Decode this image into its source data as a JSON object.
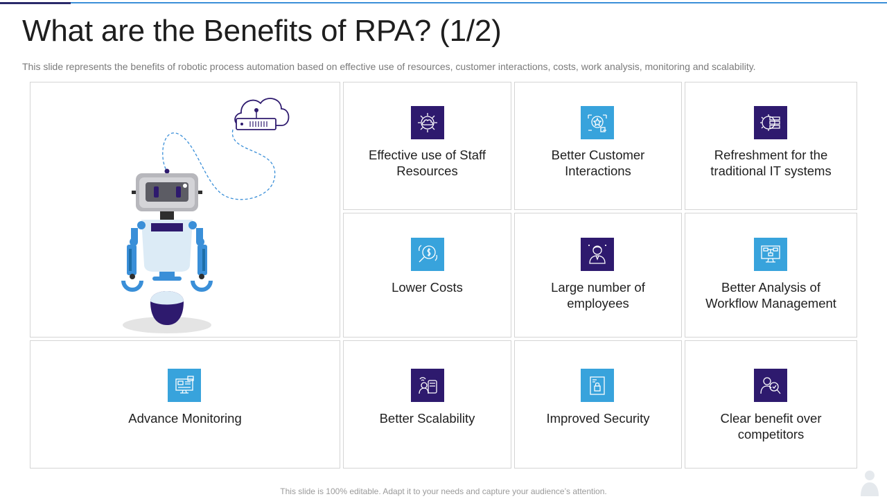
{
  "title": "What are the Benefits of RPA? (1/2)",
  "subtitle": "This slide represents the benefits of robotic process automation based on effective use of resources, customer interactions, costs, work analysis, monitoring and scalability.",
  "footer": "This slide is 100% editable. Adapt it to your needs and capture your audience’s attention.",
  "colors": {
    "purple": "#2e1a6e",
    "blue": "#38a3dc",
    "accent_line": "#3a8fd8"
  },
  "benefits": [
    {
      "label_line1": "Effective use of Staff",
      "label_line2": "Resources",
      "icon": "cog-cloud-icon",
      "icon_color": "purple"
    },
    {
      "label_line1": "Better Customer",
      "label_line2": "Interactions",
      "icon": "customer-rating-icon",
      "icon_color": "blue"
    },
    {
      "label_line1": "Refreshment for the",
      "label_line2": "traditional IT systems",
      "icon": "server-gear-icon",
      "icon_color": "purple"
    },
    {
      "label_line1": "Lower Costs",
      "label_line2": "",
      "icon": "coin-magnifier-icon",
      "icon_color": "blue"
    },
    {
      "label_line1": "Large number of",
      "label_line2": "employees",
      "icon": "employee-icon",
      "icon_color": "purple"
    },
    {
      "label_line1": "Better Analysis of",
      "label_line2": "Workflow Management",
      "icon": "workflow-monitor-icon",
      "icon_color": "blue"
    },
    {
      "label_line1": "Advance Monitoring",
      "label_line2": "",
      "icon": "monitoring-screen-icon",
      "icon_color": "blue"
    },
    {
      "label_line1": "Better Scalability",
      "label_line2": "",
      "icon": "scalability-icon",
      "icon_color": "purple"
    },
    {
      "label_line1": "Improved Security",
      "label_line2": "",
      "icon": "secure-file-icon",
      "icon_color": "blue"
    },
    {
      "label_line1": "Clear benefit over",
      "label_line2": "competitors",
      "icon": "competitor-search-icon",
      "icon_color": "purple"
    }
  ]
}
